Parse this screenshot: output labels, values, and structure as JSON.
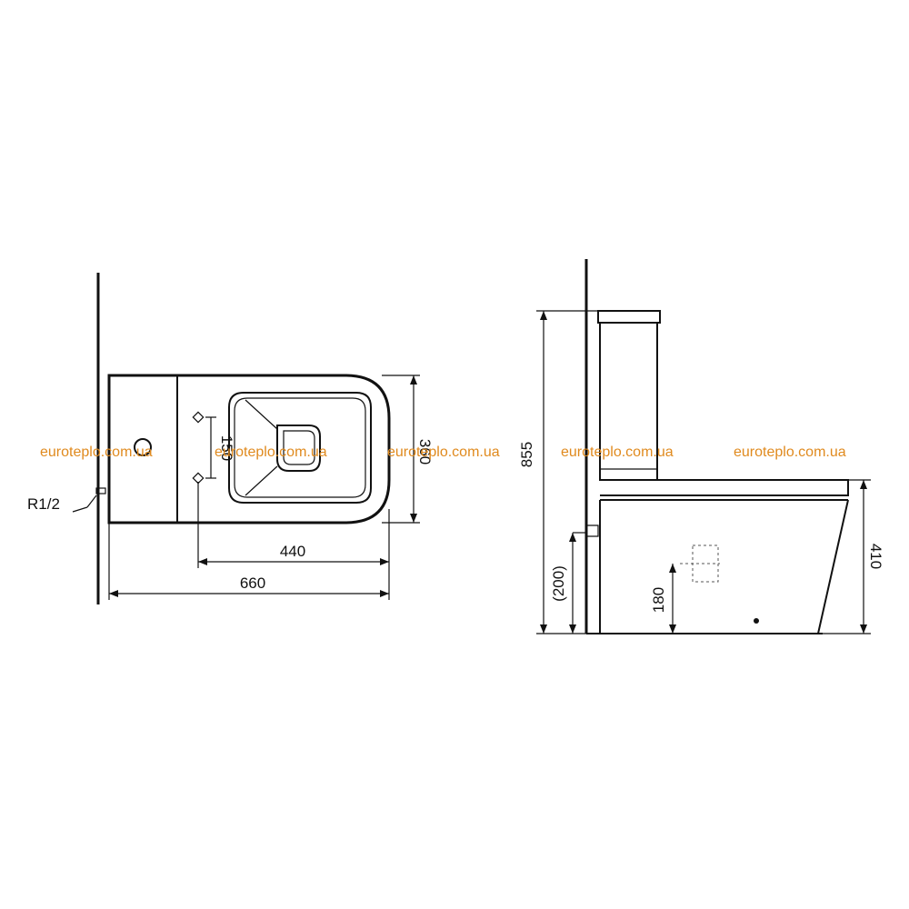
{
  "top_view": {
    "thread_label": "R1/2",
    "dim_fixing_spacing": "150",
    "dim_bowl_length": "440",
    "dim_total_length": "660",
    "dim_width": "360"
  },
  "side_view": {
    "dim_total_height": "855",
    "dim_inlet_height": "(200)",
    "dim_outlet_height": "180",
    "dim_seat_height": "410"
  },
  "watermark": {
    "text": "euroteplo.com.ua",
    "color": "#e08a1e"
  }
}
